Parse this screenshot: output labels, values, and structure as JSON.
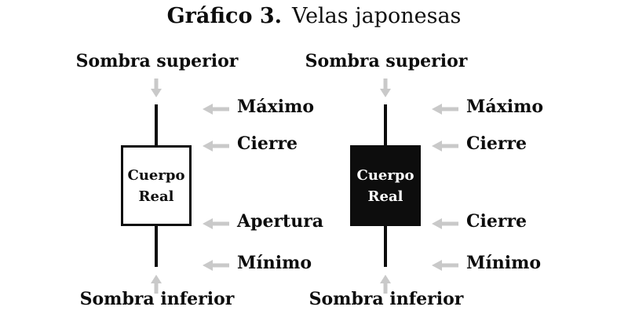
{
  "title": {
    "prefix": "Gráfico 3.",
    "text": "Velas japonesas"
  },
  "colors": {
    "ink": "#0d0d0d",
    "arrow": "#c9c9c9",
    "background": "#ffffff"
  },
  "icons": {
    "down_arrow": "arrow-down",
    "up_arrow": "arrow-up",
    "left_arrow": "arrow-left"
  },
  "candles": [
    {
      "name": "white-candle",
      "body_style": "white",
      "top_shadow_label": "Sombra superior",
      "bottom_shadow_label": "Sombra inferior",
      "body_line1": "Cuerpo",
      "body_line2": "Real",
      "labels": {
        "high": "Máximo",
        "body_top": "Cierre",
        "body_bottom": "Apertura",
        "low": "Mínimo"
      }
    },
    {
      "name": "black-candle",
      "body_style": "black",
      "top_shadow_label": "Sombra superior",
      "bottom_shadow_label": "Sombra inferior",
      "body_line1": "Cuerpo",
      "body_line2": "Real",
      "labels": {
        "high": "Máximo",
        "body_top": "Cierre",
        "body_bottom": "Cierre",
        "low": "Mínimo"
      }
    }
  ]
}
